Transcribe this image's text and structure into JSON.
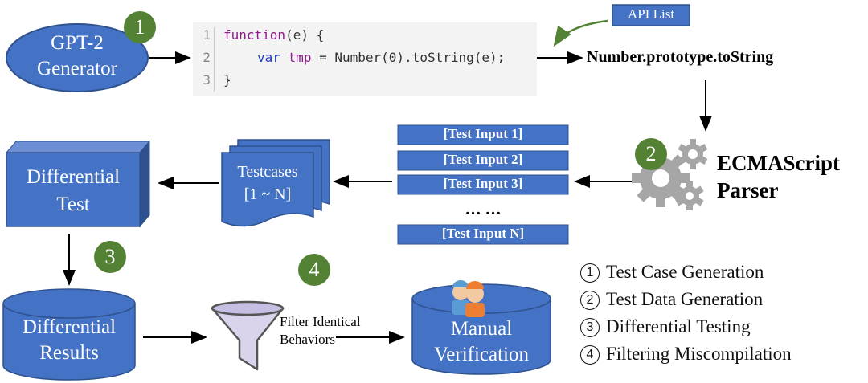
{
  "generator": {
    "line1": "GPT-2",
    "line2": "Generator"
  },
  "badges": [
    "1",
    "2",
    "3",
    "4"
  ],
  "code": {
    "line_numbers": [
      "1",
      "2",
      "3"
    ],
    "line1": {
      "kw": "function",
      "rest": "(e) {"
    },
    "line2": {
      "kw": "var",
      "name": "tmp",
      "rest": " = Number(0).toString(e);"
    },
    "line3": "}"
  },
  "api_list": "API List",
  "api_name": "Number.prototype.toString",
  "parser": {
    "line1": "ECMAScript",
    "line2": "Parser"
  },
  "test_inputs": [
    "[Test Input 1]",
    "[Test Input 2]",
    "[Test Input 3]",
    "[Test Input N]"
  ],
  "ellipsis": "… …",
  "testcases": {
    "line1": "Testcases",
    "line2": "[1 ~ N]"
  },
  "differential_test": {
    "line1": "Differential",
    "line2": "Test"
  },
  "differential_results": {
    "line1": "Differential",
    "line2": "Results"
  },
  "filter": {
    "line1": "Filter Identical",
    "line2": "Behaviors"
  },
  "manual": {
    "line1": "Manual",
    "line2": "Verification"
  },
  "legend": [
    {
      "num": "1",
      "text": "Test Case Generation"
    },
    {
      "num": "2",
      "text": "Test Data Generation"
    },
    {
      "num": "3",
      "text": "Differential Testing"
    },
    {
      "num": "4",
      "text": "Filtering Miscompilation"
    }
  ],
  "colors": {
    "blue": "#4472c4",
    "dark_blue": "#2f528f",
    "green": "#548235",
    "gear": "#a6a6a6"
  }
}
